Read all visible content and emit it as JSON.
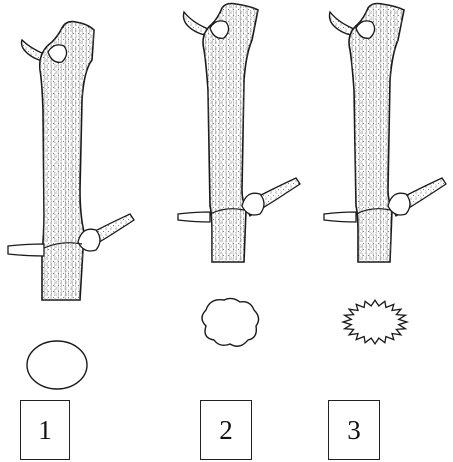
{
  "diagram": {
    "panels": [
      {
        "number": "1",
        "cross_section_shape": "circle"
      },
      {
        "number": "2",
        "cross_section_shape": "wavy"
      },
      {
        "number": "3",
        "cross_section_shape": "zigzag"
      }
    ],
    "ink_color": "#1a1a1a",
    "stipple_color": "#555555"
  }
}
